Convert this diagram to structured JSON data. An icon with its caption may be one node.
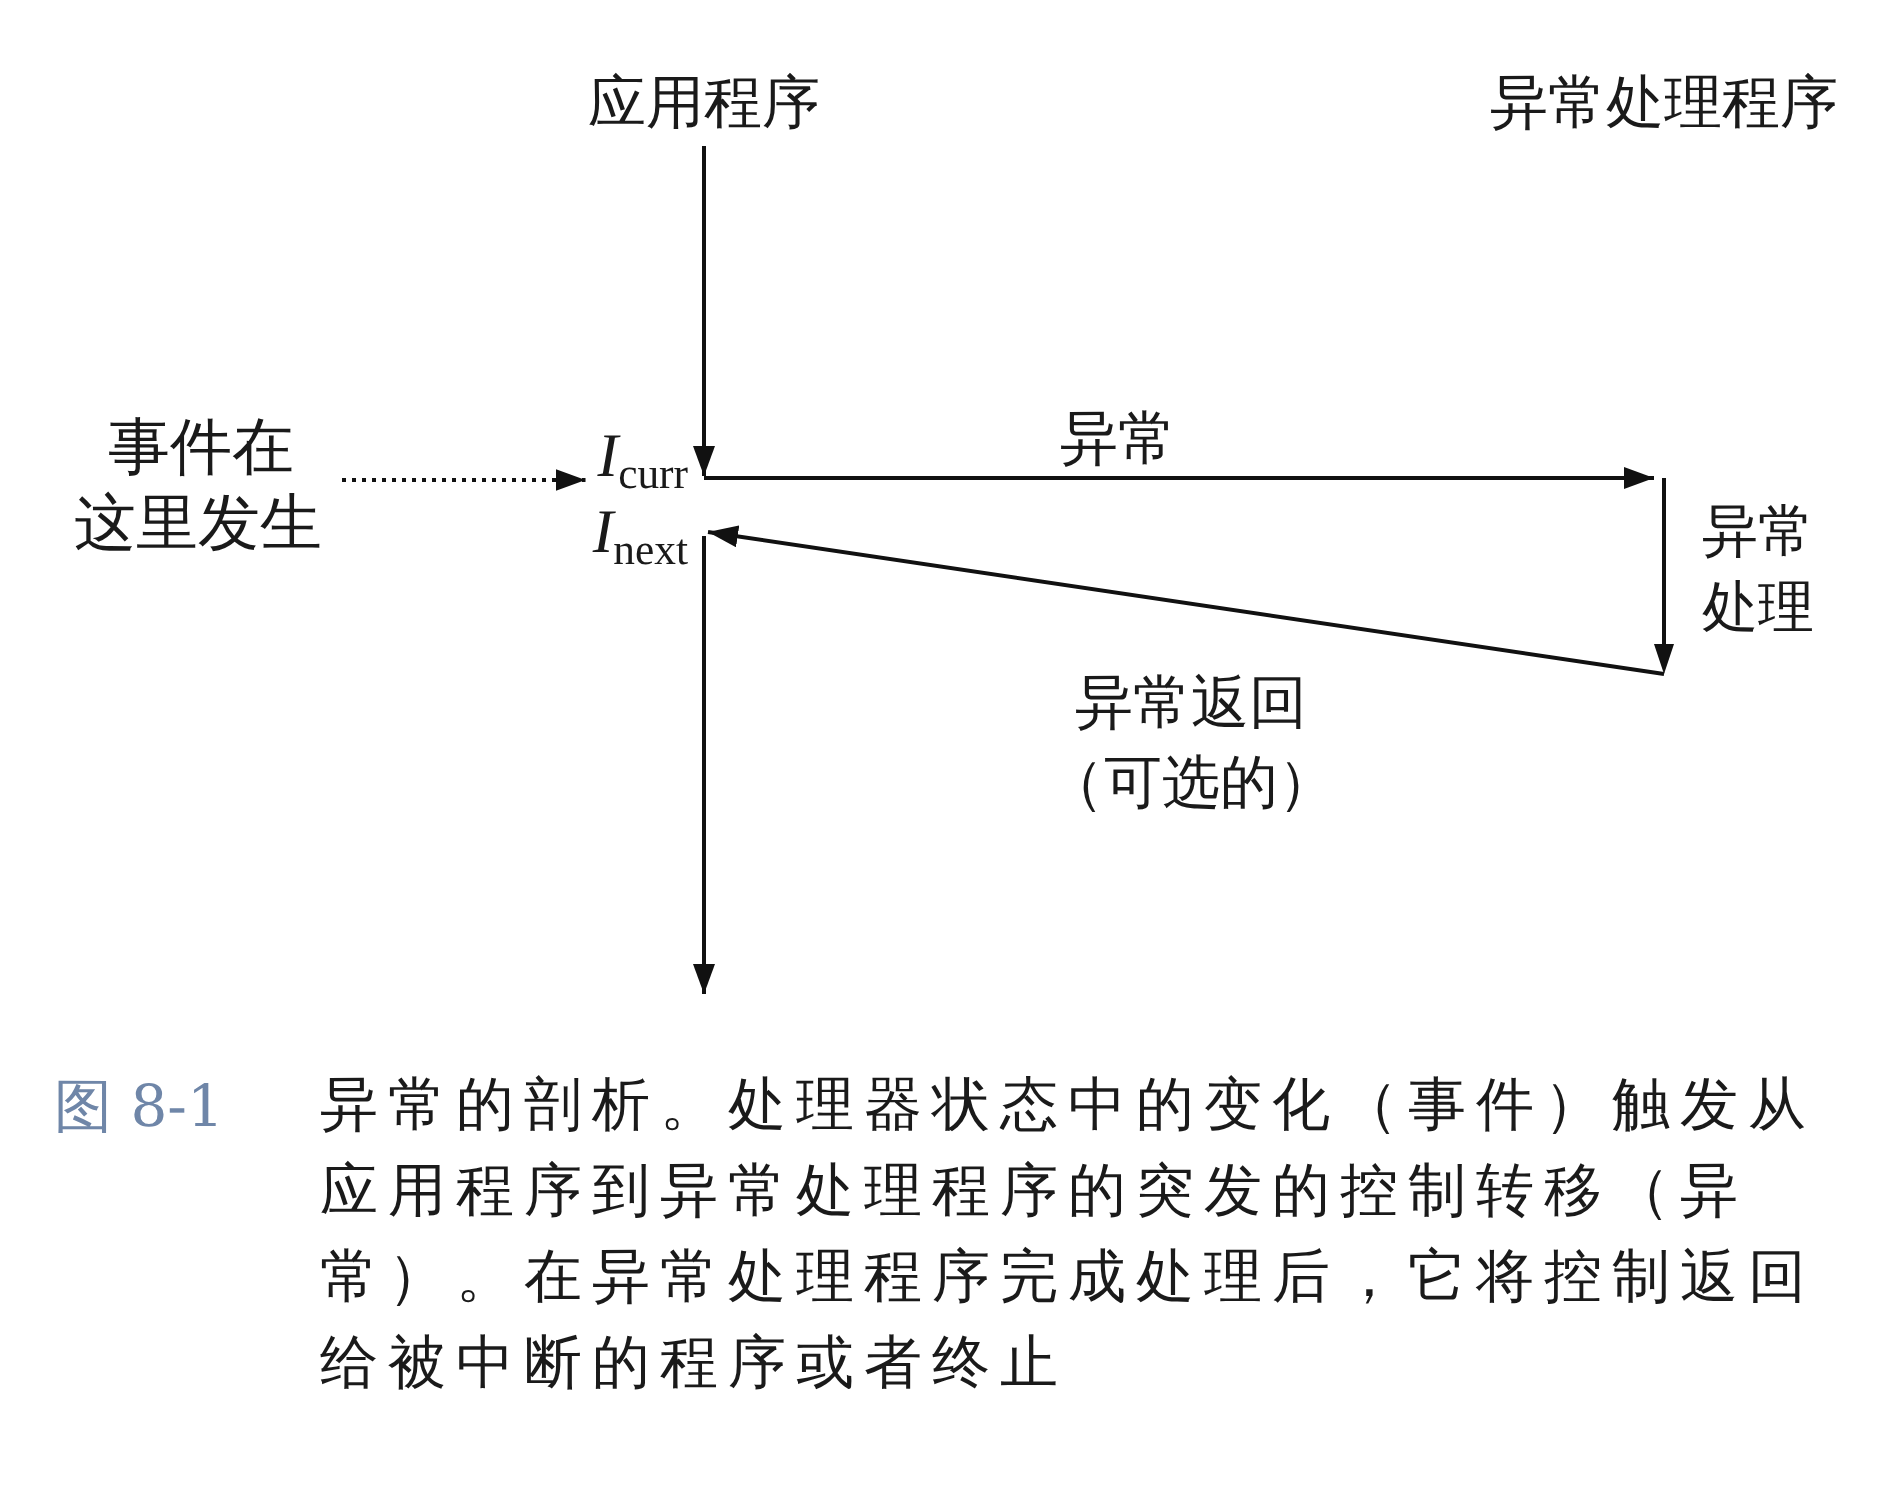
{
  "diagram": {
    "nodes": [
      {
        "text": [
          "应用程序"
        ]
      },
      {
        "text": [
          "事件在这里发生"
        ]
      },
      {
        "text": [
          "*I*$_{curr}$"
        ]
      },
      {
        "text": [
          "*I*$_{next}$"
        ]
      },
      {
        "text": [],
        "shape": "arrow",
        "beside": [
          "异常处理"
        ]
      }
    ],
    "edges": [
      {
        "from": 0,
        "to": 2,
        "arrow": "to"
      },
      {
        "from": 1,
        "to": 2,
        "arrow": "to",
        "style": "dashed"
      },
      {
        "from": 2,
        "to": 4,
        "arrow": "to",
        "label": "异常"
      },
      {
        "from": 4,
        "to": 3,
        "arrow": "to",
        "label": "异常返回（可选的）"
      },
      {
        "from": 3,
        "to": null,
        "arrow": "to"
      }
    ],
    "labels": [
      "异常处理程序",
      "图 8-1"
    ],
    "caption": "异常的剖析。处理器状态中的变化（事件）触发从应用程序到异常处理程序的突发的控制转移（异常）。在异常处理程序完成处理后，它将控制返回给被中断的程序或者终止"
  }
}
